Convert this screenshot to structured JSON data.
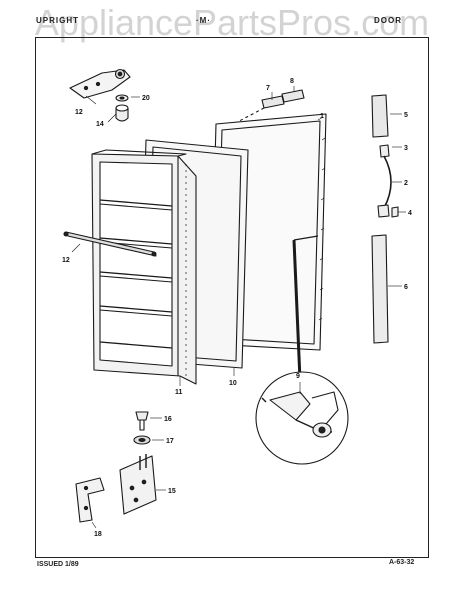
{
  "watermark": "AppliancePartsPros.com",
  "header": {
    "left": "UPRIGHT",
    "middle": "·M·",
    "right": "DOOR"
  },
  "footer": {
    "issued": "ISSUED 1/89",
    "code": "A-63-32"
  },
  "callouts": {
    "c1": "1",
    "c2": "2",
    "c3": "3",
    "c4": "4",
    "c5": "5",
    "c6": "6",
    "c7": "7",
    "c8": "8",
    "c9": "9",
    "c10": "10",
    "c11": "11",
    "c12a": "12",
    "c12b": "12",
    "c14": "14",
    "c15": "15",
    "c16": "16",
    "c17": "17",
    "c18": "18",
    "c20": "20"
  }
}
